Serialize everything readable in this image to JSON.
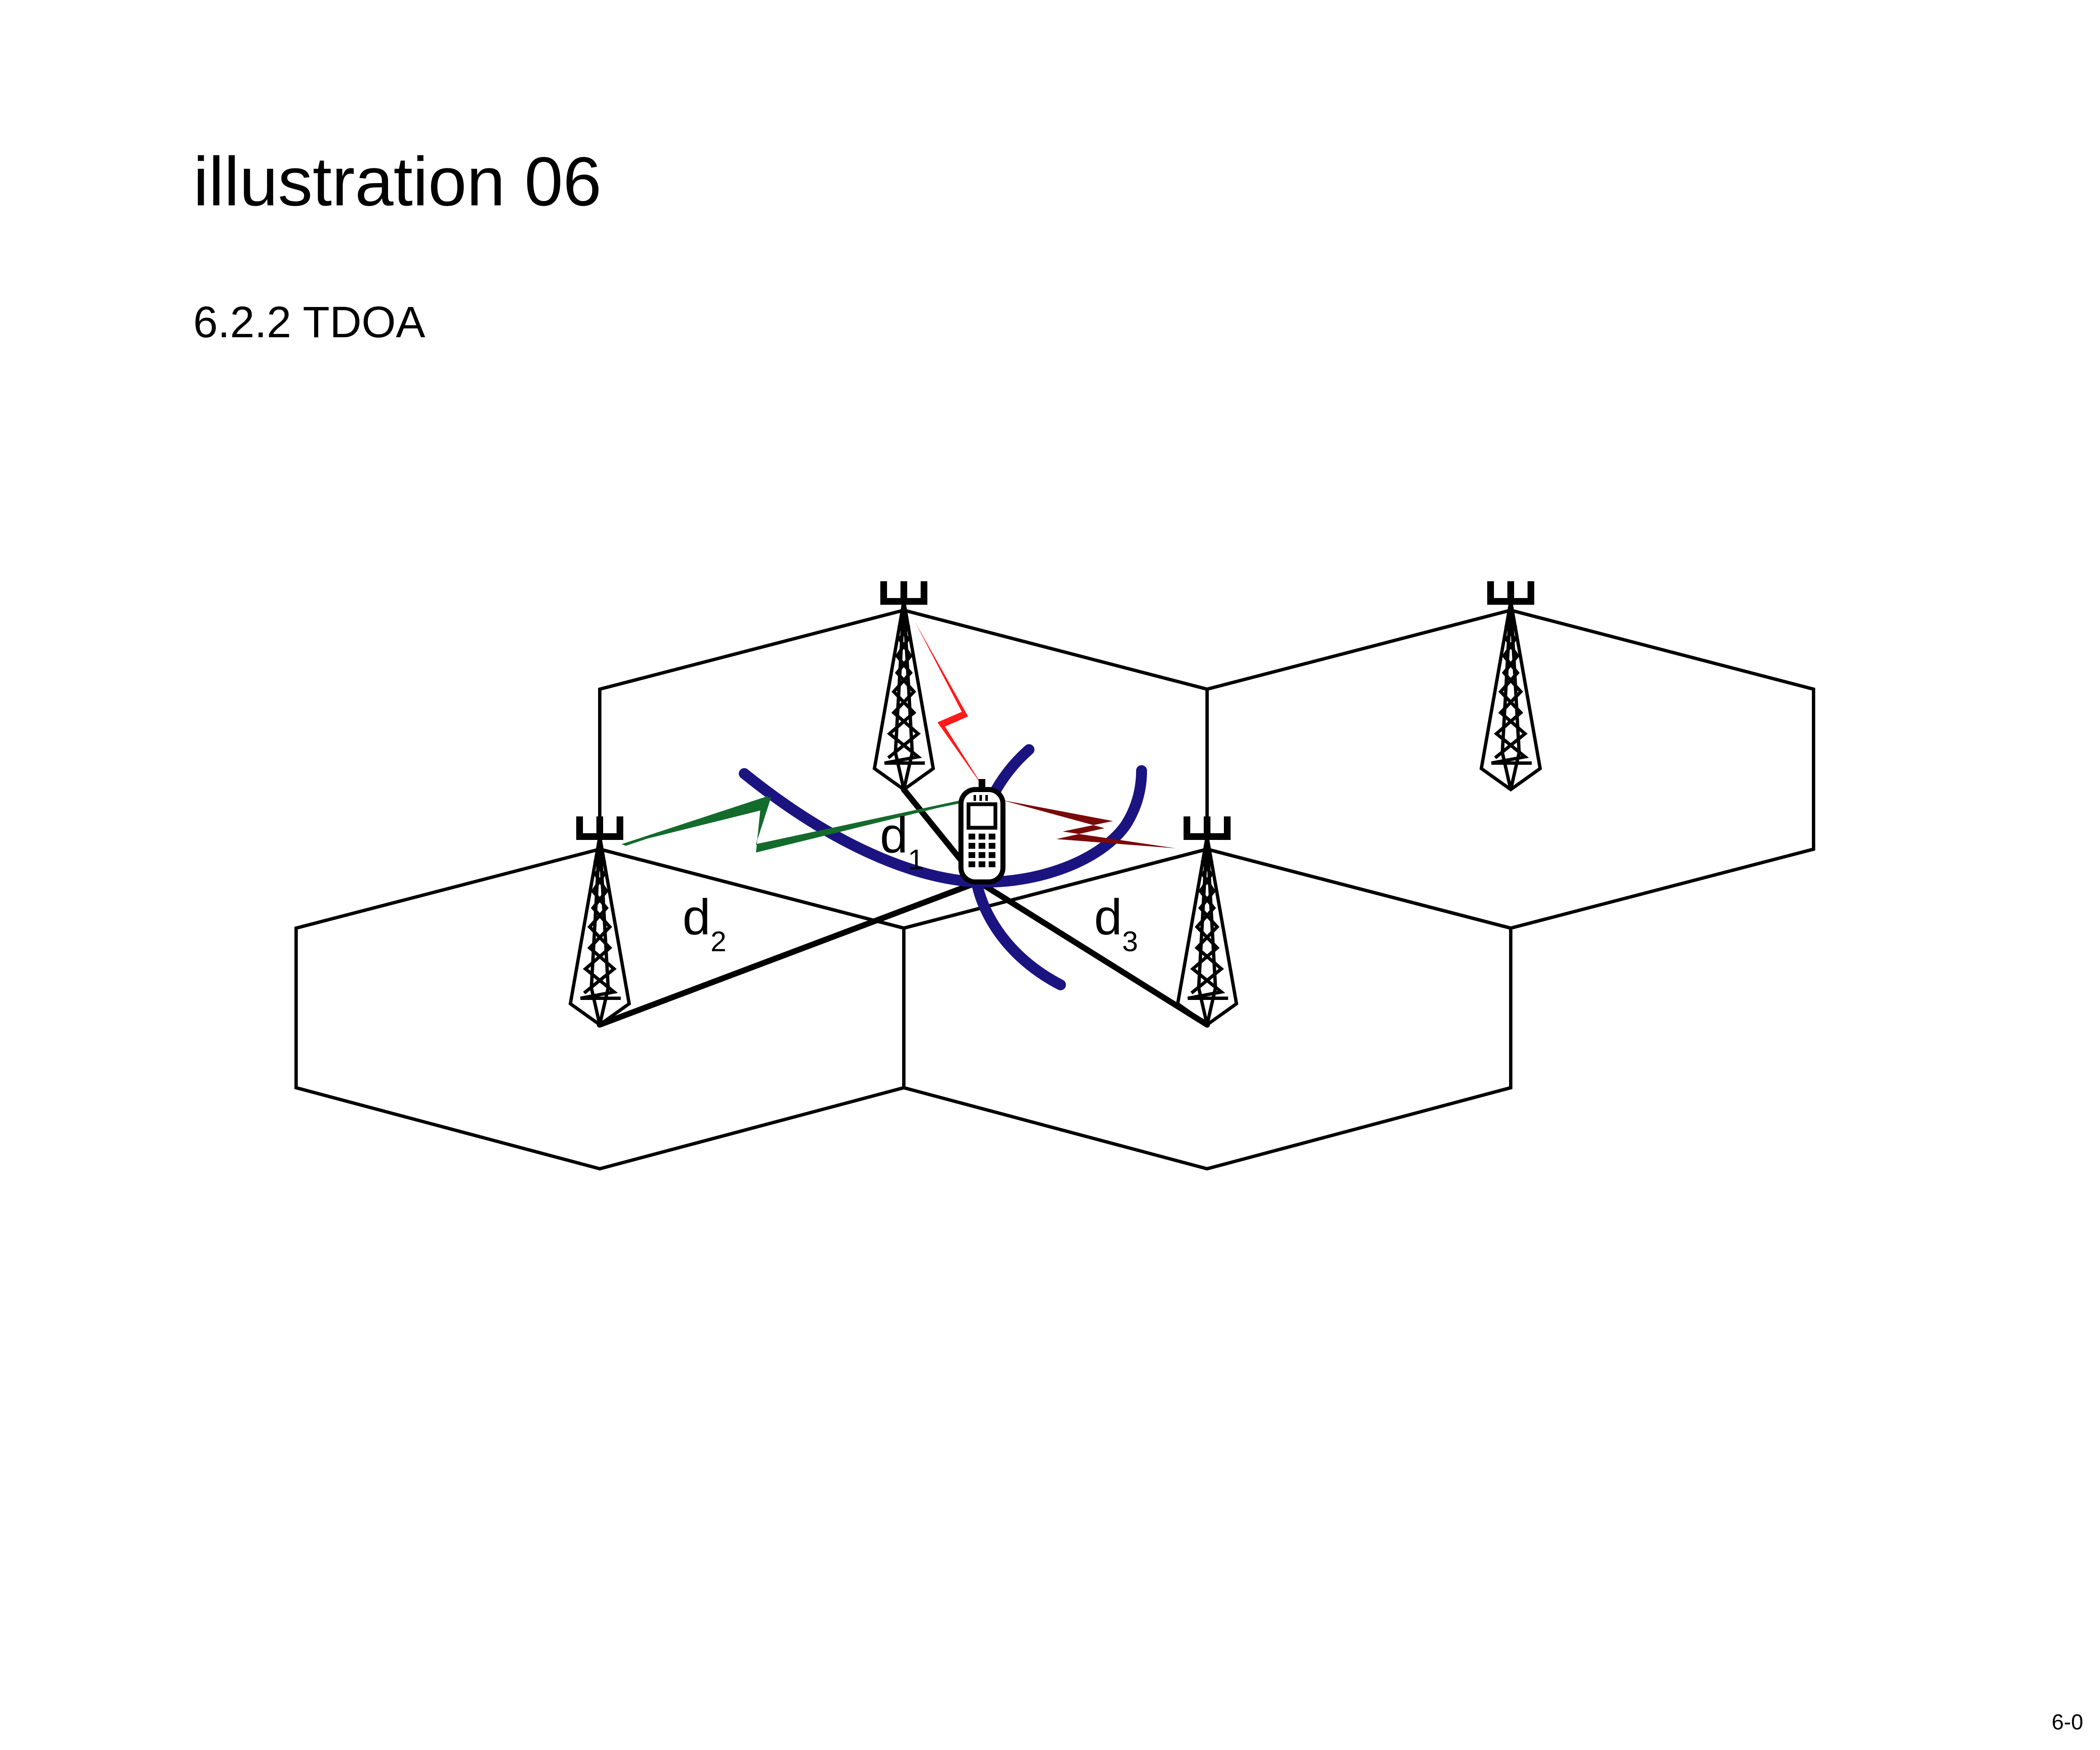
{
  "header": {
    "title": "illustration 06",
    "subtitle": "6.2.2 TDOA"
  },
  "footer": {
    "page_number": "6-0"
  },
  "diagram": {
    "distance_labels": [
      {
        "id": "d1",
        "base": "d",
        "sub": "1"
      },
      {
        "id": "d2",
        "base": "d",
        "sub": "2"
      },
      {
        "id": "d3",
        "base": "d",
        "sub": "3"
      }
    ],
    "colors": {
      "hyperbola": "#1b1480",
      "signal_top": "#ff1a1a",
      "signal_left": "#136b2c",
      "signal_right": "#7a0a0a",
      "outline": "#000000"
    },
    "icons": [
      "cell-tower-icon",
      "mobile-phone-icon",
      "lightning-signal-icon"
    ]
  }
}
